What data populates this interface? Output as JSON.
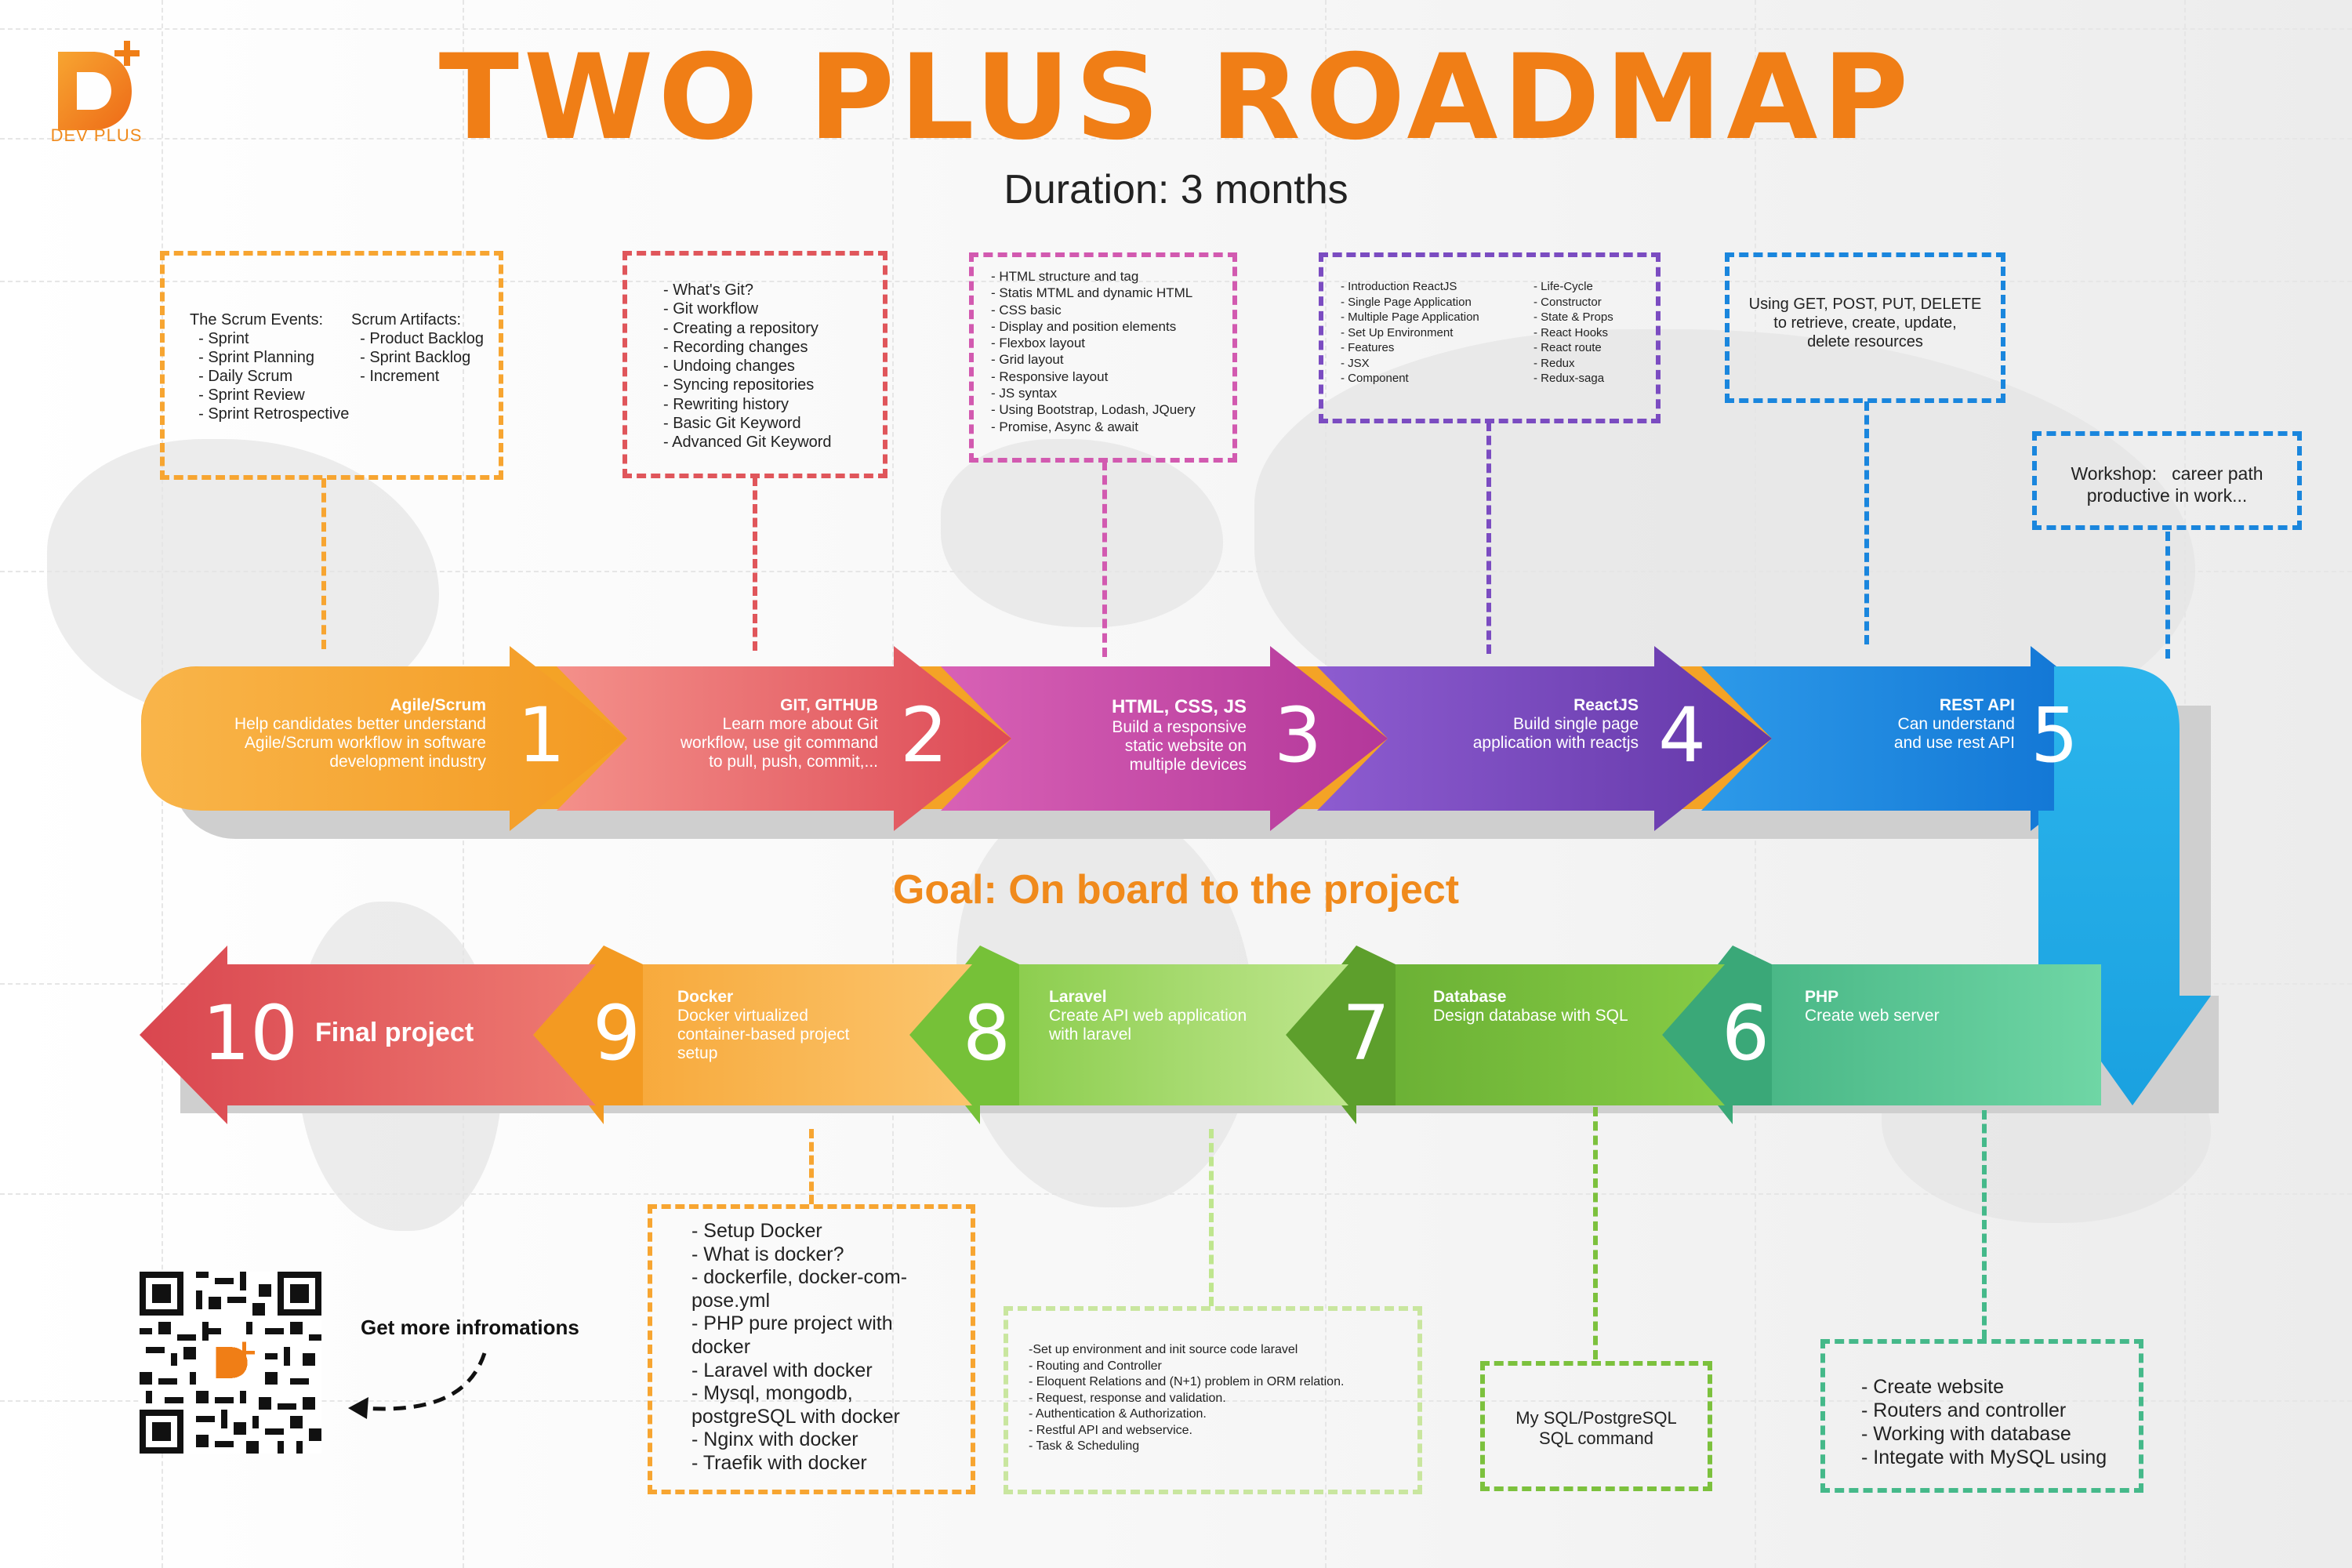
{
  "brand": {
    "name": "DEV PLUS",
    "accent": "#f07e16"
  },
  "title": "TWO PLUS ROADMAP",
  "subtitle": "Duration: 3 months",
  "goal": "Goal: On board to the project",
  "steps": [
    {
      "num": "1",
      "title": "Agile/Scrum",
      "desc": "Help candidates better understand\nAgile/Scrum workflow in software\ndevelopment industry",
      "color": "#f7a531"
    },
    {
      "num": "2",
      "title": "GIT, GITHUB",
      "desc": "Learn more about Git\nworkflow, use git command\nto pull, push, commit,...",
      "color": "#e8706b"
    },
    {
      "num": "3",
      "title": "HTML, CSS, JS",
      "desc": "Build a responsive\nstatic website on\nmultiple devices",
      "color": "#cf4fa9"
    },
    {
      "num": "4",
      "title": "ReactJS",
      "desc": "Build single page\napplication with reactjs",
      "color": "#7b4cc1"
    },
    {
      "num": "5",
      "title": "REST API",
      "desc": "Can understand\nand use rest API",
      "color": "#1a86dd"
    },
    {
      "num": "6",
      "title": "PHP",
      "desc": "Create web server",
      "color": "#45b98a"
    },
    {
      "num": "7",
      "title": "Database",
      "desc": "Design database with SQL",
      "color": "#7cc13d"
    },
    {
      "num": "8",
      "title": "Laravel",
      "desc": "Create API web application\nwith laravel",
      "color": "#8ccf3c"
    },
    {
      "num": "9",
      "title": "Docker",
      "desc": "Docker virtualized\ncontainer-based project\nsetup",
      "color": "#f7a531"
    },
    {
      "num": "10",
      "title": "Final project",
      "desc": "",
      "color": "#e0565b"
    }
  ],
  "boxes": {
    "scrum": {
      "events": "The Scrum Events:\n  - Sprint\n  - Sprint Planning\n  - Daily Scrum\n  - Sprint Review\n  - Sprint Retrospective",
      "artifacts": "Scrum Artifacts:\n  - Product Backlog\n  - Sprint Backlog\n  - Increment"
    },
    "git": "- What's Git?\n- Git workflow\n- Creating a repository\n- Recording changes\n- Undoing changes\n- Syncing repositories\n- Rewriting history\n- Basic Git Keyword\n- Advanced Git Keyword",
    "html": "- HTML structure and tag\n- Statis MTML and dynamic HTML\n- CSS basic\n- Display and position elements\n- Flexbox layout\n- Grid layout\n- Responsive layout\n- JS syntax\n- Using Bootstrap, Lodash, JQuery\n- Promise, Async & await",
    "react_left": "- Introduction ReactJS\n- Single Page Application\n- Multiple Page Application\n- Set Up Environment\n- Features\n- JSX\n- Component",
    "react_right": "- Life-Cycle\n- Constructor\n- State & Props\n- React Hooks\n- React route\n- Redux\n- Redux-saga",
    "rest": "Using GET, POST, PUT, DELETE\nto retrieve, create, update,\ndelete resources",
    "workshop": "Workshop:   career path\nproductive in work...",
    "docker": "- Setup Docker\n- What is docker?\n- dockerfile, docker-com-\npose.yml\n- PHP pure project with\ndocker\n- Laravel with docker\n- Mysql, mongodb,\npostgreSQL with docker\n- Nginx with docker\n- Traefik with docker",
    "laravel": "-Set up environment and init source code laravel\n- Routing and Controller\n- Eloquent Relations and (N+1) problem in ORM relation.\n- Request, response and validation.\n- Authentication & Authorization.\n- Restful API and webservice.\n- Task & Scheduling",
    "database": "My SQL/PostgreSQL\nSQL command",
    "php": "- Create website\n- Routers and controller\n- Working with database\n- Integate with MySQL using"
  },
  "qr": {
    "label": "Get more infromations"
  }
}
